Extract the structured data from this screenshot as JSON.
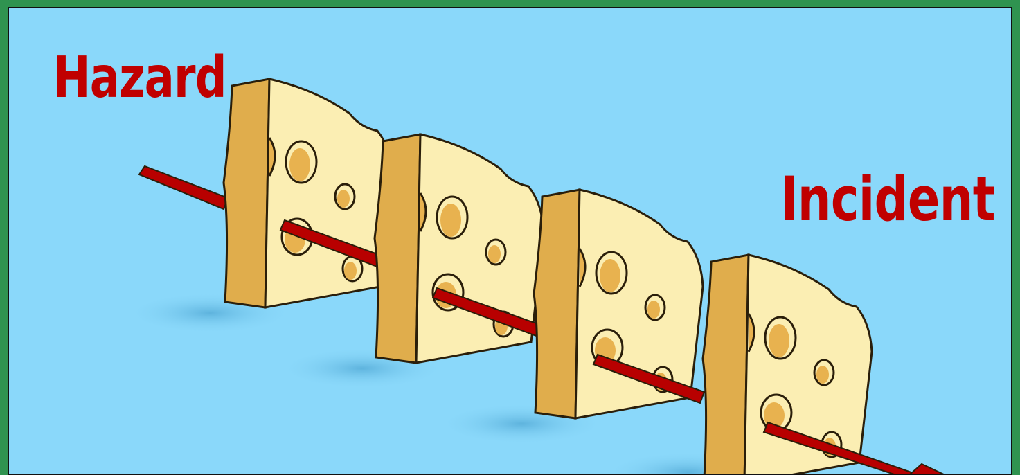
{
  "labels": {
    "hazard": "Hazard",
    "incident": "Incident"
  },
  "diagram": {
    "slice_count": 4,
    "colors": {
      "background": "#8ad8fa",
      "border": "#2f9350",
      "cheese_face": "#fbeeb3",
      "cheese_side": "#e0ad4c",
      "hole": "#e8b24f",
      "arrow": "#b80000",
      "label": "#c00000"
    }
  }
}
